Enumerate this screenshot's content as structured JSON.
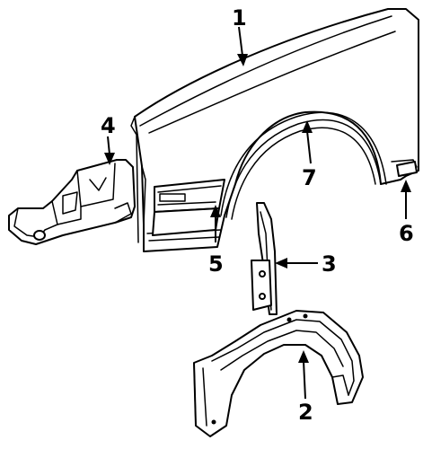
{
  "diagram": {
    "callouts": [
      {
        "id": "1",
        "label": "1"
      },
      {
        "id": "2",
        "label": "2"
      },
      {
        "id": "3",
        "label": "3"
      },
      {
        "id": "4",
        "label": "4"
      },
      {
        "id": "5",
        "label": "5"
      },
      {
        "id": "6",
        "label": "6"
      },
      {
        "id": "7",
        "label": "7"
      }
    ],
    "parts": [
      "fender",
      "fender-molding",
      "splash-shield",
      "filler-panel",
      "wheelhouse-liner",
      "side-marker-lamp",
      "wheel-opening-molding"
    ]
  }
}
